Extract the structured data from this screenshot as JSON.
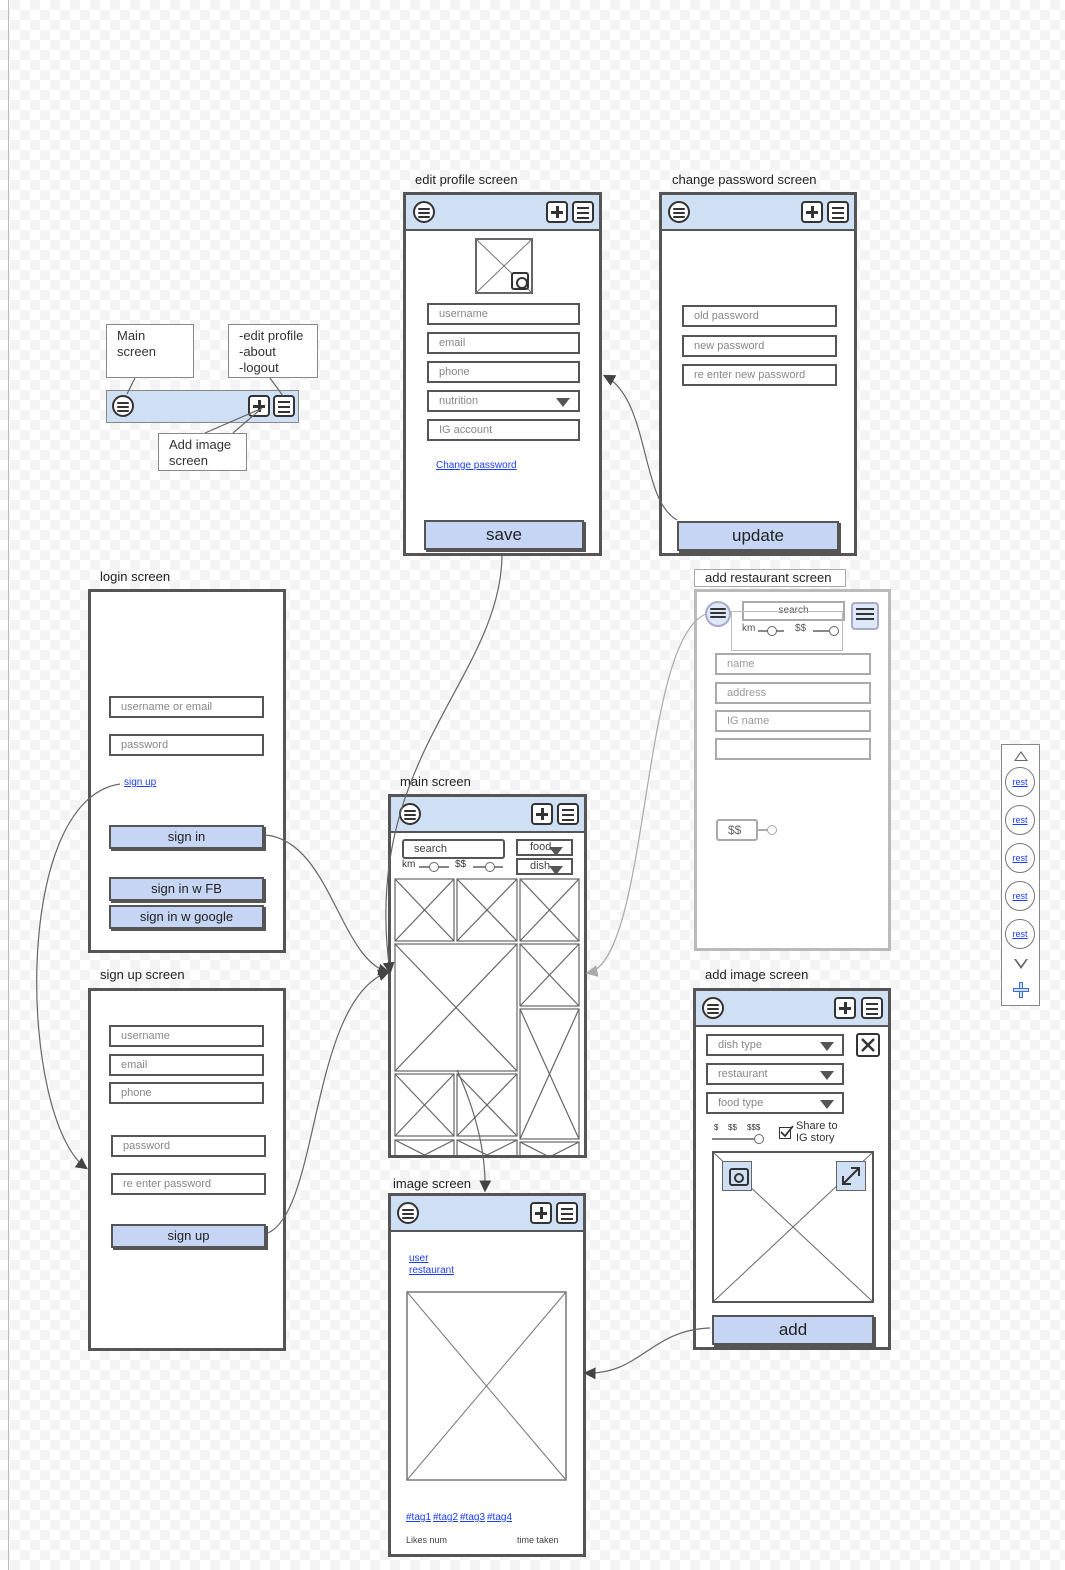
{
  "screens": {
    "edit_profile": {
      "title": "edit profile screen",
      "fields": [
        "username",
        "email",
        "phone",
        "nutrition",
        "IG account"
      ],
      "link": "Change password",
      "button": "save"
    },
    "change_password": {
      "title": "change password screen",
      "fields": [
        "old password",
        "new password",
        "re enter new password"
      ],
      "button": "update"
    },
    "login": {
      "title": "login screen",
      "fields": [
        "username or email",
        "password"
      ],
      "link": "sign up",
      "buttons": [
        "sign in",
        "sign in w FB",
        "sign in w google"
      ]
    },
    "sign_up": {
      "title": "sign up screen",
      "fields": [
        "username",
        "email",
        "phone",
        "password",
        "re enter password"
      ],
      "button": "sign up"
    },
    "main": {
      "title": "main screen",
      "search": "search",
      "food": "food",
      "dish": "dish",
      "km": "km",
      "price": "$$"
    },
    "image": {
      "title": "image screen",
      "user": "user",
      "restaurant": "restaurant",
      "tags": [
        "#tag1",
        "#tag2",
        "#tag3",
        "#tag4"
      ],
      "likes": "Likes num",
      "time": "time taken"
    },
    "add_restaurant": {
      "title": "add restaurant screen",
      "search": "search",
      "km": "km",
      "price": "$$",
      "fields": [
        "name",
        "address",
        "IG name",
        ""
      ],
      "price_filter": "$$"
    },
    "add_image": {
      "title": "add image screen",
      "dropdowns": [
        "dish type",
        "restaurant",
        "food type"
      ],
      "price_labels": [
        "$",
        "$$",
        "$$$"
      ],
      "share": "Share to\nIG story",
      "button": "add"
    }
  },
  "legend": {
    "main_screen_note": "Main\nscreen",
    "menu_note": "-edit profile\n-about\n-logout",
    "add_image_note": "Add image\nscreen"
  },
  "side_panel": {
    "items": [
      "rest",
      "rest",
      "rest",
      "rest",
      "rest"
    ]
  }
}
